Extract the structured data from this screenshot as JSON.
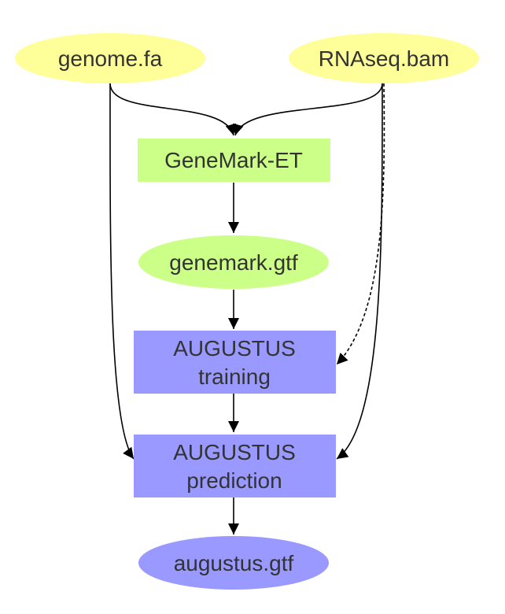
{
  "colors": {
    "input_fill": "#ffff99",
    "genemark_fill": "#ccff88",
    "augustus_fill": "#9999ff",
    "edge": "#000000",
    "text": "#333333"
  },
  "nodes": {
    "genome": {
      "label": "genome.fa",
      "shape": "ellipse"
    },
    "rnaseq": {
      "label": "RNAseq.bam",
      "shape": "ellipse"
    },
    "genemark_et": {
      "label": "GeneMark-ET",
      "shape": "box"
    },
    "genemark_gtf": {
      "label": "genemark.gtf",
      "shape": "ellipse"
    },
    "augustus_training": {
      "line1": "AUGUSTUS",
      "line2": "training",
      "shape": "box"
    },
    "augustus_prediction": {
      "line1": "AUGUSTUS",
      "line2": "prediction",
      "shape": "box"
    },
    "augustus_gtf": {
      "label": "augustus.gtf",
      "shape": "ellipse"
    }
  },
  "edges": [
    {
      "from": "genome",
      "to": "genemark_et",
      "style": "solid"
    },
    {
      "from": "rnaseq",
      "to": "genemark_et",
      "style": "solid"
    },
    {
      "from": "genemark_et",
      "to": "genemark_gtf",
      "style": "solid"
    },
    {
      "from": "genemark_gtf",
      "to": "augustus_training",
      "style": "solid"
    },
    {
      "from": "rnaseq",
      "to": "augustus_training",
      "style": "dashed"
    },
    {
      "from": "augustus_training",
      "to": "augustus_prediction",
      "style": "solid"
    },
    {
      "from": "genome",
      "to": "augustus_prediction",
      "style": "solid"
    },
    {
      "from": "rnaseq",
      "to": "augustus_prediction",
      "style": "solid"
    },
    {
      "from": "augustus_prediction",
      "to": "augustus_gtf",
      "style": "solid"
    }
  ]
}
